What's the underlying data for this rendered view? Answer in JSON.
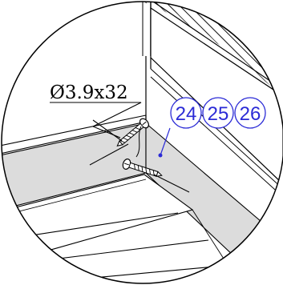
{
  "diagram": {
    "screw_spec_label": "Ø3.9x32",
    "part_numbers": [
      "24",
      "25",
      "26"
    ],
    "colors": {
      "line": "#000000",
      "panel_fill": "#dcdcdc",
      "callout_blue": "#2b2bd6",
      "background": "#ffffff"
    },
    "icons": [
      "wood-screw-icon",
      "wood-screw-icon"
    ]
  }
}
